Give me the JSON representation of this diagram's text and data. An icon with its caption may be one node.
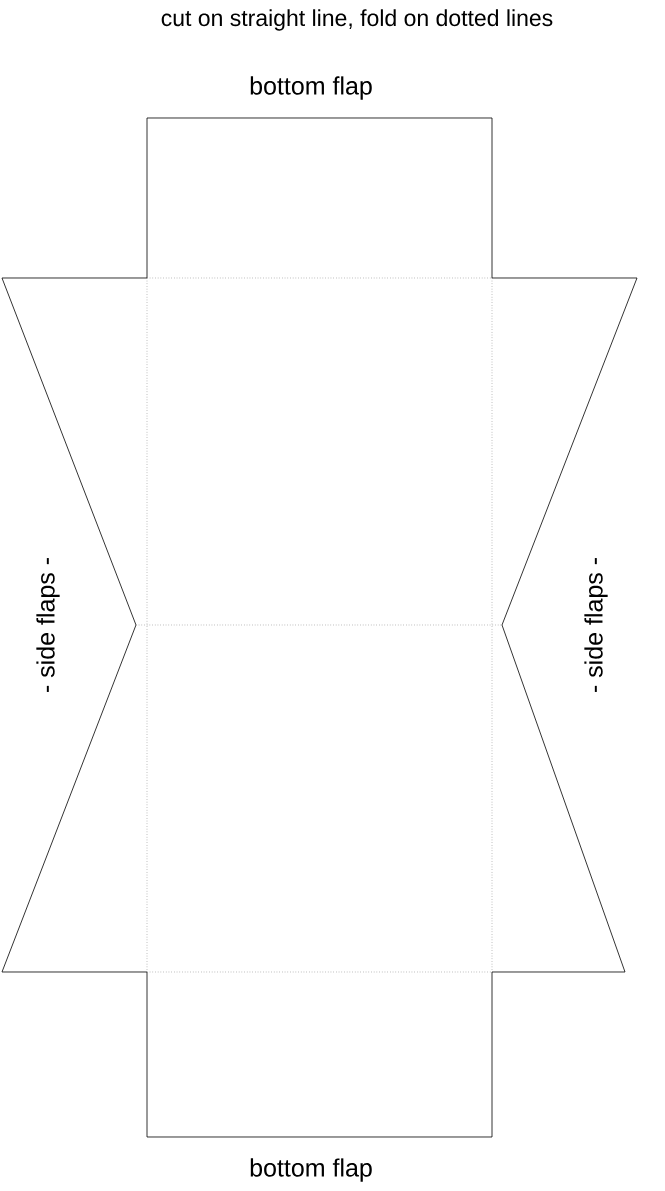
{
  "diagram": {
    "title": "cut on straight line, fold on dotted lines",
    "labels": [
      "bottom flap",
      "- side flaps -",
      "- side flaps -",
      "bottom flap"
    ]
  }
}
